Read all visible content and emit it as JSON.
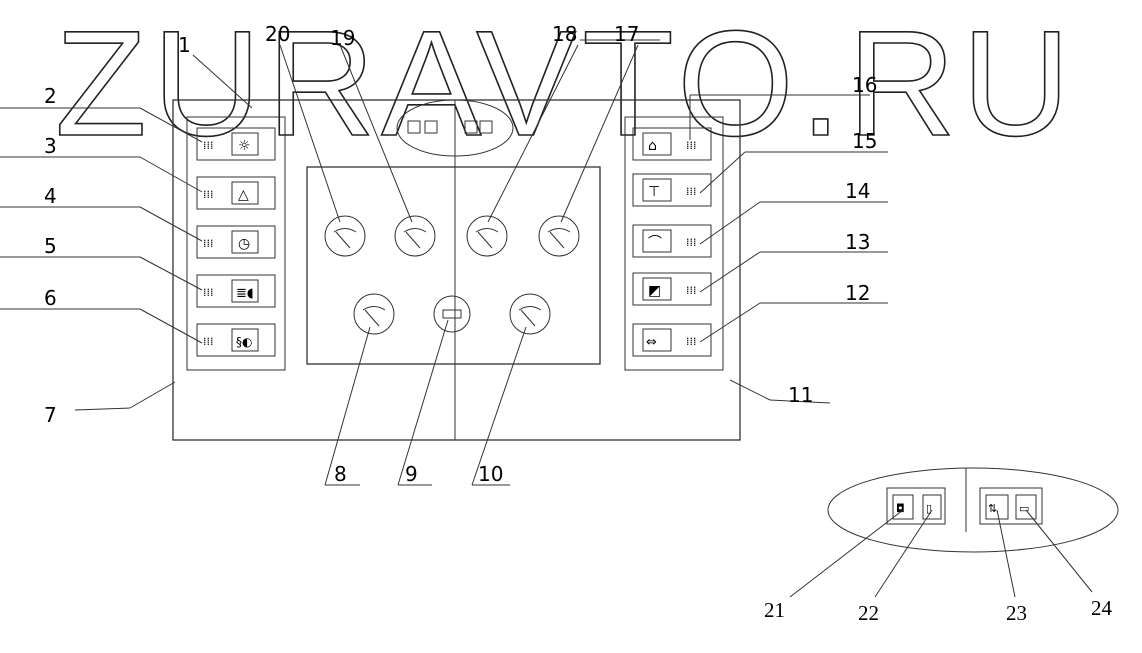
{
  "watermark": "ZURAVTO.RU",
  "labels": {
    "n1": "1",
    "n2": "2",
    "n3": "3",
    "n4": "4",
    "n5": "5",
    "n6": "6",
    "n7": "7",
    "n8": "8",
    "n9": "9",
    "n10": "10",
    "n11": "11",
    "n12": "12",
    "n13": "13",
    "n14": "14",
    "n15": "15",
    "n16": "16",
    "n17": "17",
    "n18": "18",
    "n19": "19",
    "n20": "20",
    "n21": "21",
    "n22": "22",
    "n23": "23",
    "n24": "24"
  },
  "left_switches": [
    "beacon-lamp-icon",
    "hazard-triangle-icon",
    "instrument-light-icon",
    "fog-light-icon",
    "work-lights-icon"
  ],
  "right_switches": [
    "cab-heater-icon",
    "wiper-low-icon",
    "wiper-high-icon",
    "rear-window-heat-icon",
    "turn-signal-icon"
  ],
  "colors": {
    "line": "#333333",
    "watermark": "#222222"
  }
}
